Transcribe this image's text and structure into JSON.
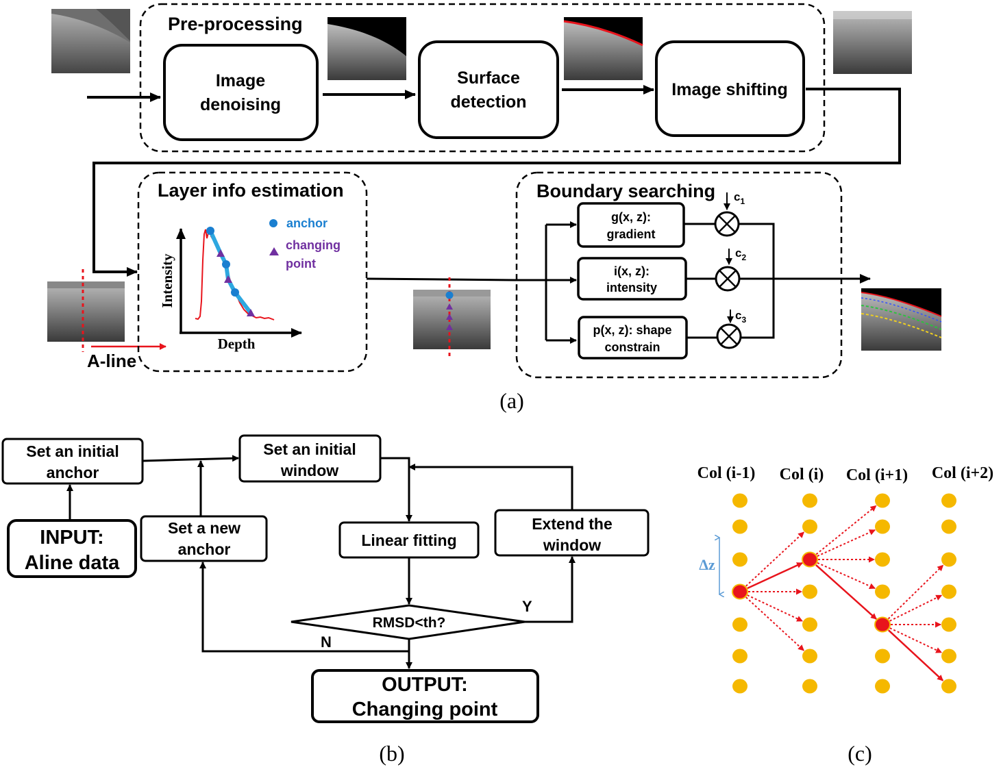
{
  "panel_a": {
    "caption": "(a)",
    "preprocessing": {
      "title": "Pre-processing",
      "denoise": [
        "Image",
        "denoising"
      ],
      "surface": [
        "Surface",
        "detection"
      ],
      "shift": "Image shifting"
    },
    "layer_info": {
      "title": "Layer info estimation",
      "ylabel": "Intensity",
      "xlabel": "Depth",
      "legend_anchor": "anchor",
      "legend_changing": [
        "changing",
        "point"
      ],
      "aline": "A-line"
    },
    "boundary": {
      "title": "Boundary searching",
      "g": [
        "g(x, z):",
        "gradient"
      ],
      "i": [
        "i(x, z):",
        "intensity"
      ],
      "p": [
        "p(x, z): shape",
        "constrain"
      ],
      "c1": "c",
      "c1_sub": "1",
      "c2": "c",
      "c2_sub": "2",
      "c3": "c",
      "c3_sub": "3"
    }
  },
  "panel_b": {
    "caption": "(b)",
    "set_initial_anchor": [
      "Set an initial",
      "anchor"
    ],
    "input": [
      "INPUT:",
      "Aline data"
    ],
    "set_initial_window": [
      "Set an initial",
      "window"
    ],
    "set_new_anchor": [
      "Set a new",
      "anchor"
    ],
    "linear_fitting": "Linear fitting",
    "extend_window": [
      "Extend the",
      "window"
    ],
    "decision": "RMSD<th?",
    "yes": "Y",
    "no": "N",
    "output": [
      "OUTPUT:",
      "Changing point"
    ]
  },
  "panel_c": {
    "caption": "(c)",
    "columns": [
      "Col (i-1)",
      "Col (i)",
      "Col (i+1)",
      "Col (i+2)"
    ],
    "delta": "Δz"
  },
  "colors": {
    "node": "#f5b800",
    "selected": "#e8141c",
    "anchor": "#1a7fd0",
    "changing": "#7030a0",
    "delta": "#5b9bd5",
    "profile": "#e8141c",
    "fit": "#2ea8e0"
  }
}
